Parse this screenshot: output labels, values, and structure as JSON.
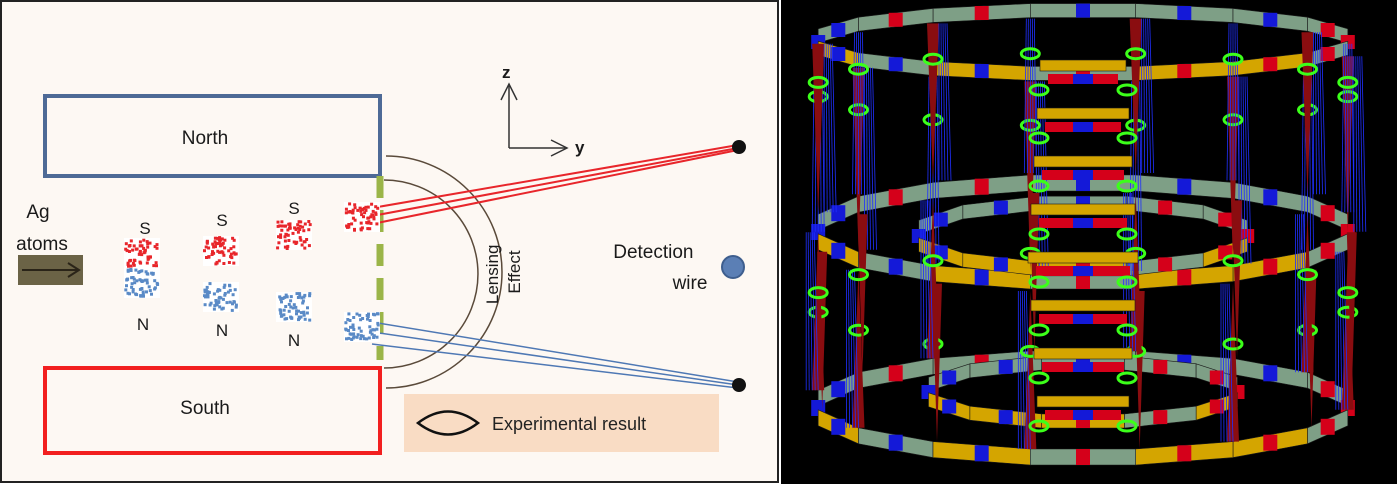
{
  "left_diagram": {
    "axes": {
      "z_label": "z",
      "y_label": "y"
    },
    "north_magnet": {
      "label": "North",
      "color": "#4e6a96"
    },
    "south_magnet": {
      "label": "South",
      "color": "#f21f1f"
    },
    "source": {
      "label_line1": "Ag",
      "label_line2": "atoms"
    },
    "pole_labels": {
      "s1": "S",
      "s2": "S",
      "s3": "S",
      "n1": "N",
      "n2": "N",
      "n3": "N"
    },
    "lensing": {
      "line1": "Lensing",
      "line2": "Effect"
    },
    "detection": {
      "line1": "Detection",
      "line2": "wire"
    },
    "legend": {
      "text": "Experimental result"
    },
    "colors": {
      "background": "#fdf8f3",
      "spin_up": "#e8262b",
      "spin_down": "#5a8ac6",
      "screen": "#9bb548",
      "beam_up": "#e8262b",
      "beam_down": "#4e78b4",
      "lens_arc": "#5a4a3a",
      "legend_bg": "#f9dcc4"
    }
  },
  "right_render": {
    "colors": {
      "background": "#000000",
      "bar_yellow": "#d4a500",
      "bar_green": "#7e9f86",
      "bar_red": "#d5001a",
      "bar_blue": "#1419d8",
      "cone_red": "#8a0d10",
      "wire_blue": "#2030ff",
      "ring_green": "#3cff1a"
    }
  }
}
